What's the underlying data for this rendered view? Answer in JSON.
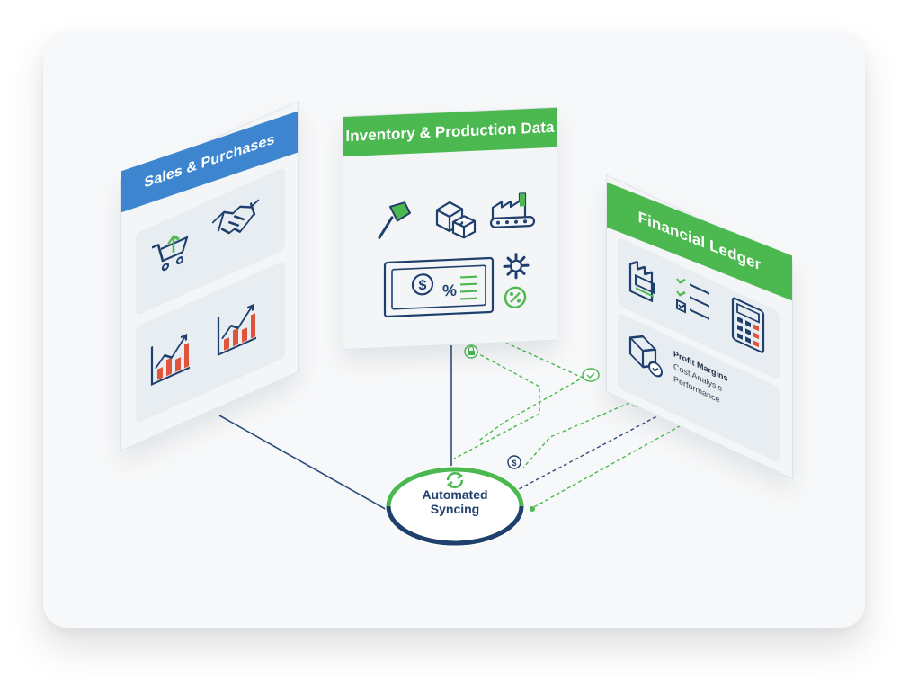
{
  "panels": {
    "left": {
      "title": "Sales & Purchases"
    },
    "center": {
      "title": "Inventory & Production Data"
    },
    "right": {
      "title": "Financial Ledger",
      "lines": [
        "Profit Margins",
        "Cost Analysis",
        "Performance"
      ]
    }
  },
  "hub": {
    "line1": "Automated",
    "line2": "Syncing"
  },
  "colors": {
    "green": "#4cb950",
    "blue": "#3d86cf",
    "navy": "#1f3f6e",
    "red": "#e0543c"
  },
  "icons": {
    "left": [
      "cart-up-icon",
      "handshake-icon",
      "bar-chart-up-icon",
      "bar-chart-up-icon"
    ],
    "center": [
      "hammer-icon",
      "boxes-icon",
      "factory-conveyor-icon",
      "money-percent-icon",
      "gear-icon",
      "percent-coin-icon"
    ],
    "right": [
      "building-icon",
      "checklist-icon",
      "calculator-icon",
      "package-check-icon"
    ]
  }
}
